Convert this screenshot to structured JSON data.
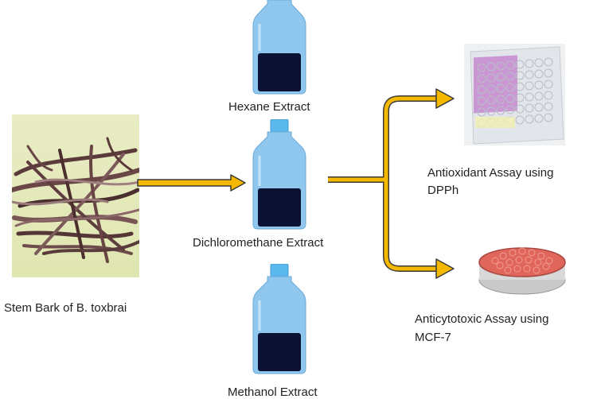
{
  "source": {
    "label": "Stem Bark of B. toxbrai",
    "image_icon": "bark-photo"
  },
  "extracts": [
    {
      "label": "Hexane Extract",
      "icon": "bottle-icon"
    },
    {
      "label": "Dichloromethane  Extract",
      "icon": "bottle-icon"
    },
    {
      "label": "Methanol Extract",
      "icon": "bottle-icon"
    }
  ],
  "assays": [
    {
      "label_line1": "Antioxidant Assay using",
      "label_line2": "DPPh",
      "icon": "well-plate-icon"
    },
    {
      "label_line1": "Anticytotoxic Assay using",
      "label_line2": "MCF-7",
      "icon": "petri-dish-icon"
    }
  ],
  "colors": {
    "arrow": "#f5b800",
    "arrow_outline": "#3a3a3a",
    "bottle_blue": "#8fc7ef",
    "bottle_cap": "#5ab8ec",
    "liquid": "#0b1233",
    "plate_pink": "#c68ad0",
    "dish_red": "#e0665b"
  }
}
